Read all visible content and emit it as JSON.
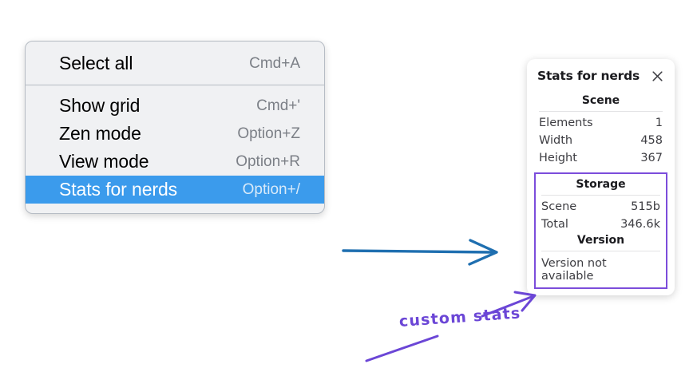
{
  "context_menu": {
    "groups": [
      {
        "items": [
          {
            "label": "Select all",
            "shortcut": "Cmd+A",
            "selected": false
          }
        ]
      },
      {
        "items": [
          {
            "label": "Show grid",
            "shortcut": "Cmd+'",
            "selected": false
          },
          {
            "label": "Zen mode",
            "shortcut": "Option+Z",
            "selected": false
          },
          {
            "label": "View mode",
            "shortcut": "Option+R",
            "selected": false
          },
          {
            "label": "Stats for nerds",
            "shortcut": "Option+/",
            "selected": true
          }
        ]
      }
    ],
    "selected_highlight_color": "#3b9bec"
  },
  "stats_panel": {
    "title": "Stats for nerds",
    "close_icon": "close-icon",
    "scene": {
      "heading": "Scene",
      "rows": [
        {
          "key": "Elements",
          "value": "1"
        },
        {
          "key": "Width",
          "value": "458"
        },
        {
          "key": "Height",
          "value": "367"
        }
      ]
    },
    "storage": {
      "heading": "Storage",
      "rows": [
        {
          "key": "Scene",
          "value": "515b"
        },
        {
          "key": "Total",
          "value": "346.6k"
        }
      ]
    },
    "version": {
      "heading": "Version",
      "text": "Version not available"
    },
    "highlight_border_color": "#7c4ddb"
  },
  "annotations": {
    "handwriting_note": "custom stats",
    "blue_arrow_color": "#1f6fb0",
    "purple_color": "#6b46d6"
  }
}
